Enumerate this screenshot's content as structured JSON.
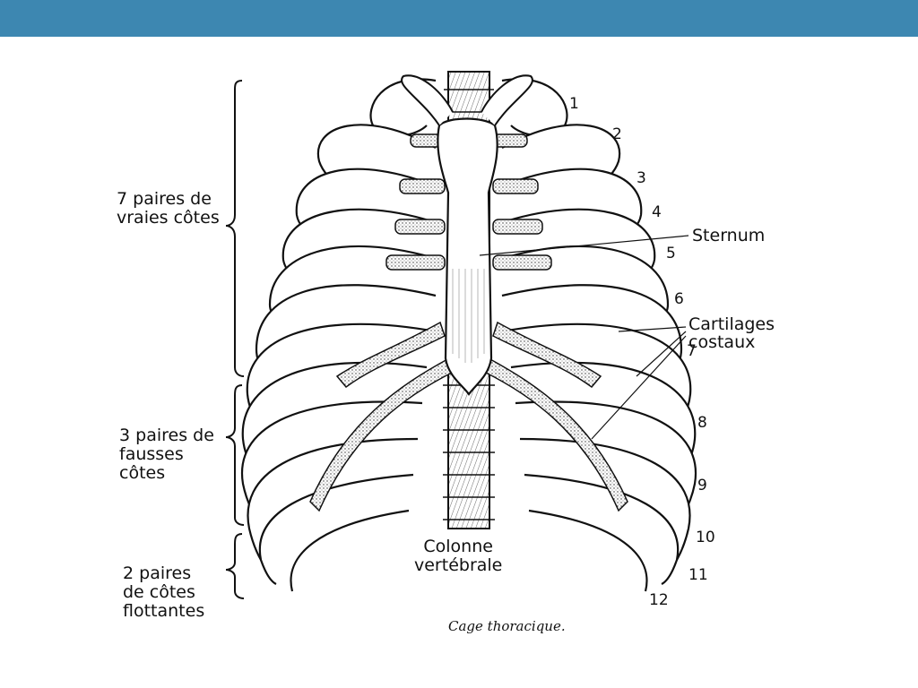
{
  "slide": {
    "header_color": "#3d87b1"
  },
  "figure": {
    "caption": "Cage thoracique.",
    "labels": {
      "true_ribs": "7 paires de\nvraies côtes",
      "false_ribs": "3 paires de\nfausses\ncôtes",
      "floating_ribs": "2 paires\nde côtes\nflottantes",
      "sternum": "Sternum",
      "cartilages": "Cartilages\ncostaux",
      "spine": "Colonne\nvertébrale"
    },
    "rib_numbers": [
      "1",
      "2",
      "3",
      "4",
      "5",
      "6",
      "7",
      "8",
      "9",
      "10",
      "11",
      "12"
    ]
  }
}
